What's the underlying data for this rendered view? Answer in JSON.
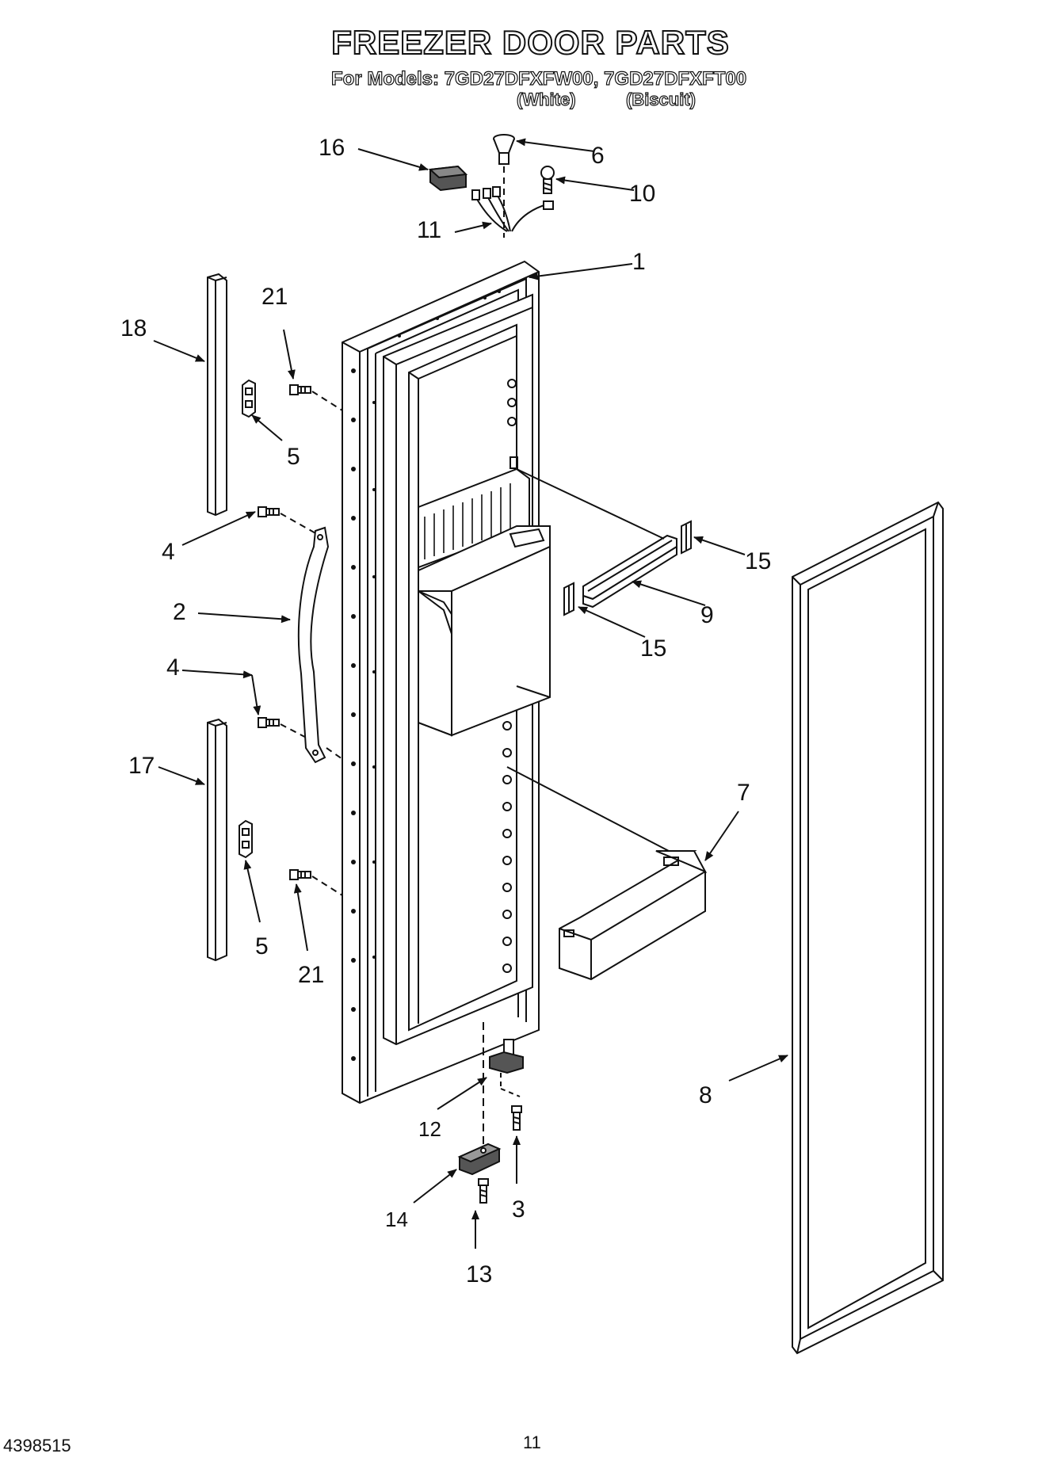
{
  "header": {
    "title": "FREEZER DOOR PARTS",
    "models_line": "For Models: 7GD27DFXFW00, 7GD27DFXFT00",
    "color_white": "(White)",
    "color_biscuit": "(Biscuit)"
  },
  "footer": {
    "doc_number": "4398515",
    "page_number": "11"
  },
  "callouts": {
    "c1": "1",
    "c2": "2",
    "c3": "3",
    "c4a": "4",
    "c4b": "4",
    "c5a": "5",
    "c5b": "5",
    "c6": "6",
    "c7": "7",
    "c8": "8",
    "c9": "9",
    "c10": "10",
    "c11": "11",
    "c12": "12",
    "c13": "13",
    "c14": "14",
    "c15a": "15",
    "c15b": "15",
    "c16": "16",
    "c17": "17",
    "c18": "18",
    "c21a": "21",
    "c21b": "21"
  }
}
